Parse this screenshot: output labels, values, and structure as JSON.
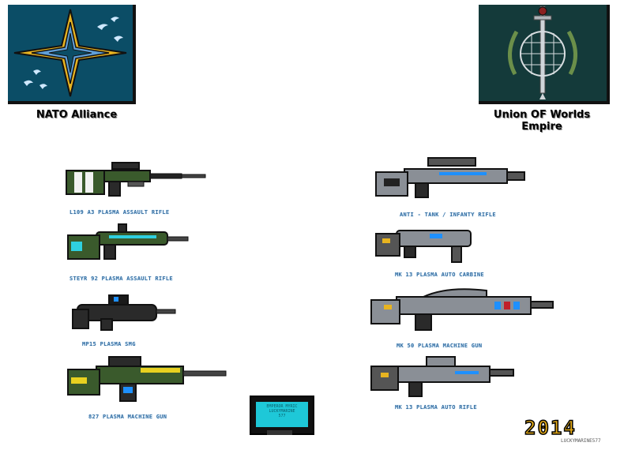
{
  "factions": {
    "nato": {
      "name": "NATO Alliance"
    },
    "uow": {
      "name_line1": "Union OF Worlds",
      "name_line2": "Empire"
    }
  },
  "weapons_left": [
    {
      "label": "L109 A3 PLASMA ASSAULT RIFLE"
    },
    {
      "label": "STEYR 92  PLASMA ASSAULT RIFLE"
    },
    {
      "label": "MP15 PLASMA SMG"
    },
    {
      "label": "827 PLASMA MACHINE GUN"
    }
  ],
  "weapons_right": [
    {
      "label": "ANTI - TANK / INFANTY RIFLE"
    },
    {
      "label": "MK 13 PLASMA AUTO CARBINE"
    },
    {
      "label": "MK 50  PLASMA MACHINE GUN"
    },
    {
      "label": "MK 13 PLASMA AUTO RIFLE"
    }
  ],
  "terminal": {
    "line1": "EMPEROR MYRIC",
    "line2": "LUCKYMARINE",
    "line3": "577"
  },
  "signature": {
    "year": "2014",
    "credit": "LUCKYMARINE577"
  },
  "colors": {
    "nato_flag_bg": "#0b4d66",
    "nato_star_gold": "#e8b420",
    "uow_flag_bg": "#143a3a",
    "nato_weapon_green": "#3a5a2c",
    "uow_weapon_grey": "#8a8f96",
    "accent_blue": "#1e90ff",
    "accent_cyan": "#2fd0e0"
  }
}
